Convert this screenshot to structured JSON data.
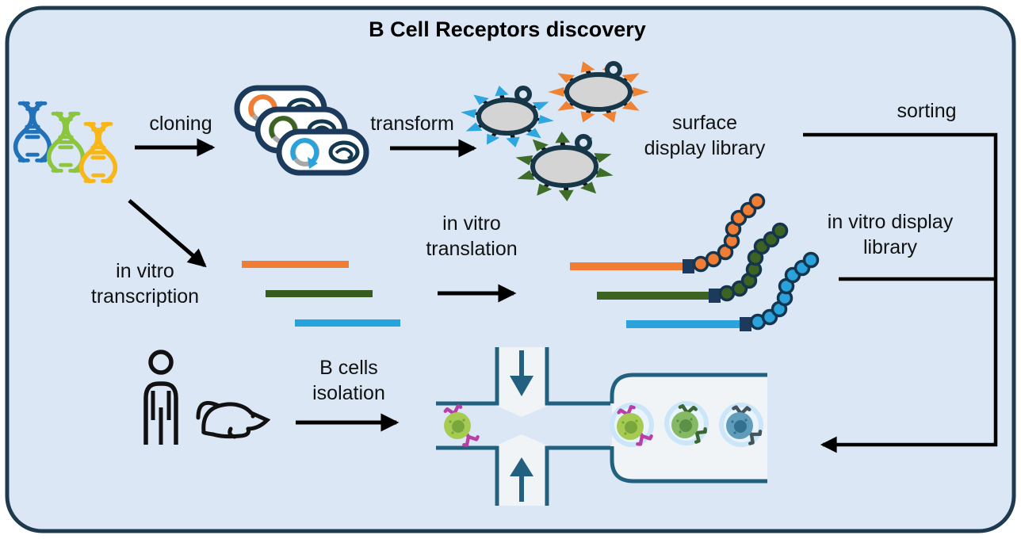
{
  "title": "B Cell Receptors discovery",
  "labels": {
    "cloning": "cloning",
    "transform": "transform",
    "surface_display": {
      "line1": "surface",
      "line2": "display library"
    },
    "sorting": "sorting",
    "transcription": {
      "line1": "in vitro",
      "line2": "transcription"
    },
    "translation": {
      "line1": "in vitro",
      "line2": "translation"
    },
    "invitro_display": {
      "line1": "in vitro display",
      "line2": "library"
    },
    "isolation": {
      "line1": "B cells",
      "line2": "isolation"
    }
  },
  "colors": {
    "panel_bg": "#dbe7f5",
    "panel_border": "#1d3a4f",
    "channel_wall_teal": "#226080",
    "channel_white": "#f1f4f7",
    "dna_blue": "#2272b9",
    "dna_green": "#8cc63f",
    "dna_yellow": "#f8b617",
    "orange": "#f07d33",
    "dark_green": "#3c6322",
    "light_blue": "#2aa3dc",
    "cell_gray": "#d4d4d4",
    "navy": "#1b3a5c",
    "lime_cell": "#a6cb52",
    "green_cell": "#85b964",
    "blue_cell": "#5f9dbb",
    "magenta_antibody": "#b93fa6",
    "green_antibody": "#3a6634",
    "slate_antibody": "#44545e",
    "droplet_blue": "#cbe6f8"
  },
  "icons": [
    "dna-icon",
    "plasmid-cell-icon",
    "display-bacterium-icon",
    "mrna-bar-icon",
    "protein-bead-chain-icon",
    "human-icon",
    "mouse-icon",
    "microfluidic-sorter-icon",
    "droplet-cell-icon",
    "arrow-icon"
  ]
}
